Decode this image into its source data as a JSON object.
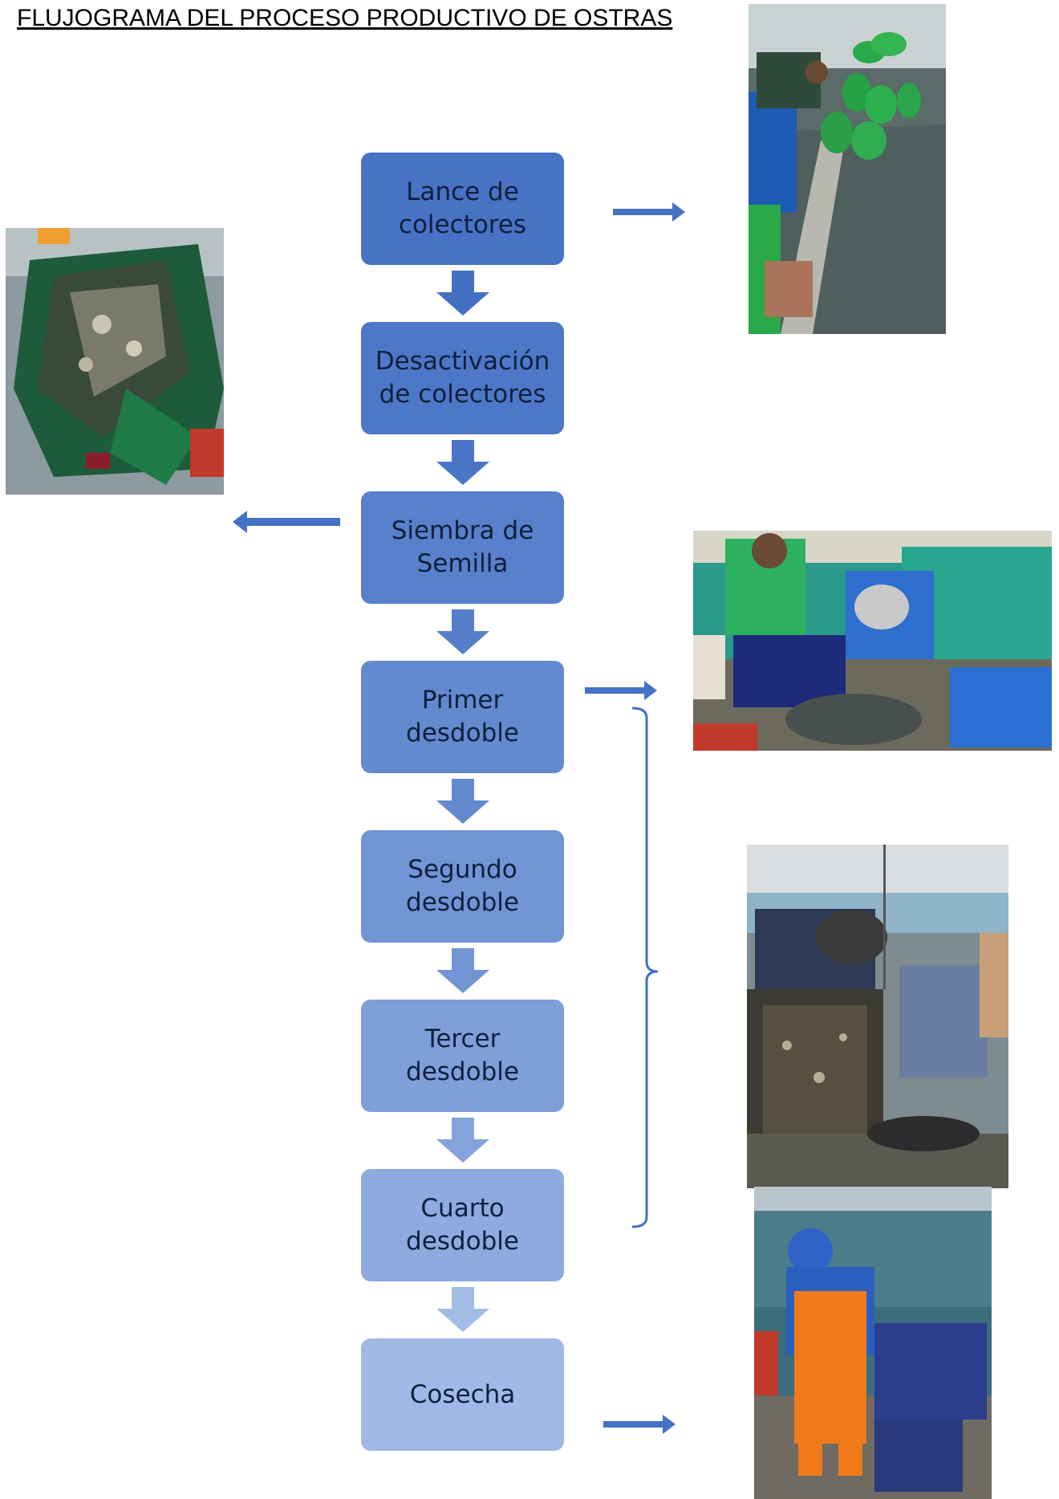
{
  "title": "FLUJOGRAMA DEL PROCESO PRODUCTIVO DE OSTRAS",
  "steps": [
    {
      "line1": "Lance de",
      "line2": "colectores",
      "color": "#4872c4"
    },
    {
      "line1": "Desactivación",
      "line2": "de colectores",
      "color": "#4d77c7"
    },
    {
      "line1": "Siembra de",
      "line2": "Semilla",
      "color": "#5880cb"
    },
    {
      "line1": "Primer",
      "line2": "desdoble",
      "color": "#6389cf"
    },
    {
      "line1": "Segundo",
      "line2": "desdoble",
      "color": "#7194d4"
    },
    {
      "line1": "Tercer",
      "line2": "desdoble",
      "color": "#7f9fd9"
    },
    {
      "line1": "Cuarto",
      "line2": "desdoble",
      "color": "#8eaadf"
    },
    {
      "line1": "Cosecha",
      "line2": "",
      "color": "#a0b9e6"
    }
  ],
  "arrow_colors": [
    "#4470c4",
    "#4a75c6",
    "#567fcb",
    "#6389cf",
    "#7194d4",
    "#84a3db",
    "#a3bce6"
  ],
  "accent_color": "#4472c4",
  "photos": [
    {
      "name": "photo-collector-launch",
      "icon": "boat-worker-green-bags"
    },
    {
      "name": "photo-deactivated-collectors",
      "icon": "green-nets-with-shells"
    },
    {
      "name": "photo-first-split",
      "icon": "workers-sorting-nets"
    },
    {
      "name": "photo-further-splits",
      "icon": "workers-handling-lanterns"
    },
    {
      "name": "photo-harvest",
      "icon": "worker-with-oyster-lanterns"
    }
  ]
}
